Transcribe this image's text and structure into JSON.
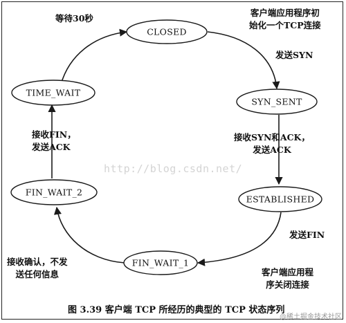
{
  "states": {
    "closed": "CLOSED",
    "syn_sent": "SYN_SENT",
    "established": "ESTABLISHED",
    "fin_wait_1": "FIN_WAIT_1",
    "fin_wait_2": "FIN_WAIT_2",
    "time_wait": "TIME_WAIT"
  },
  "transitions": {
    "time_wait_to_closed": "等待30秒",
    "init_line1": "客户端应用程序初",
    "init_line2": "始化一个TCP连接",
    "send_syn": "发送SYN",
    "recv_synack_line1": "接收SYN和ACK，",
    "recv_synack_line2": "发送ACK",
    "send_fin": "发送FIN",
    "close_line1": "客户端应用程",
    "close_line2": "序关闭连接",
    "recv_ack_line1": "接收确认，不发",
    "recv_ack_line2": "送任何信息",
    "recv_fin_line1": "接收FIN，",
    "recv_fin_line2": "发送ACK"
  },
  "watermark": "http://blog.csdn.net/",
  "caption": "图 3.39   客户端 TCP 所经历的典型的 TCP 状态序列",
  "corner_mark": "@稀土掘金技术社区",
  "colors": {
    "line": "#1a1a1a",
    "ellipse_fill": "#ffffff",
    "watermark": "#d4d4d4"
  }
}
